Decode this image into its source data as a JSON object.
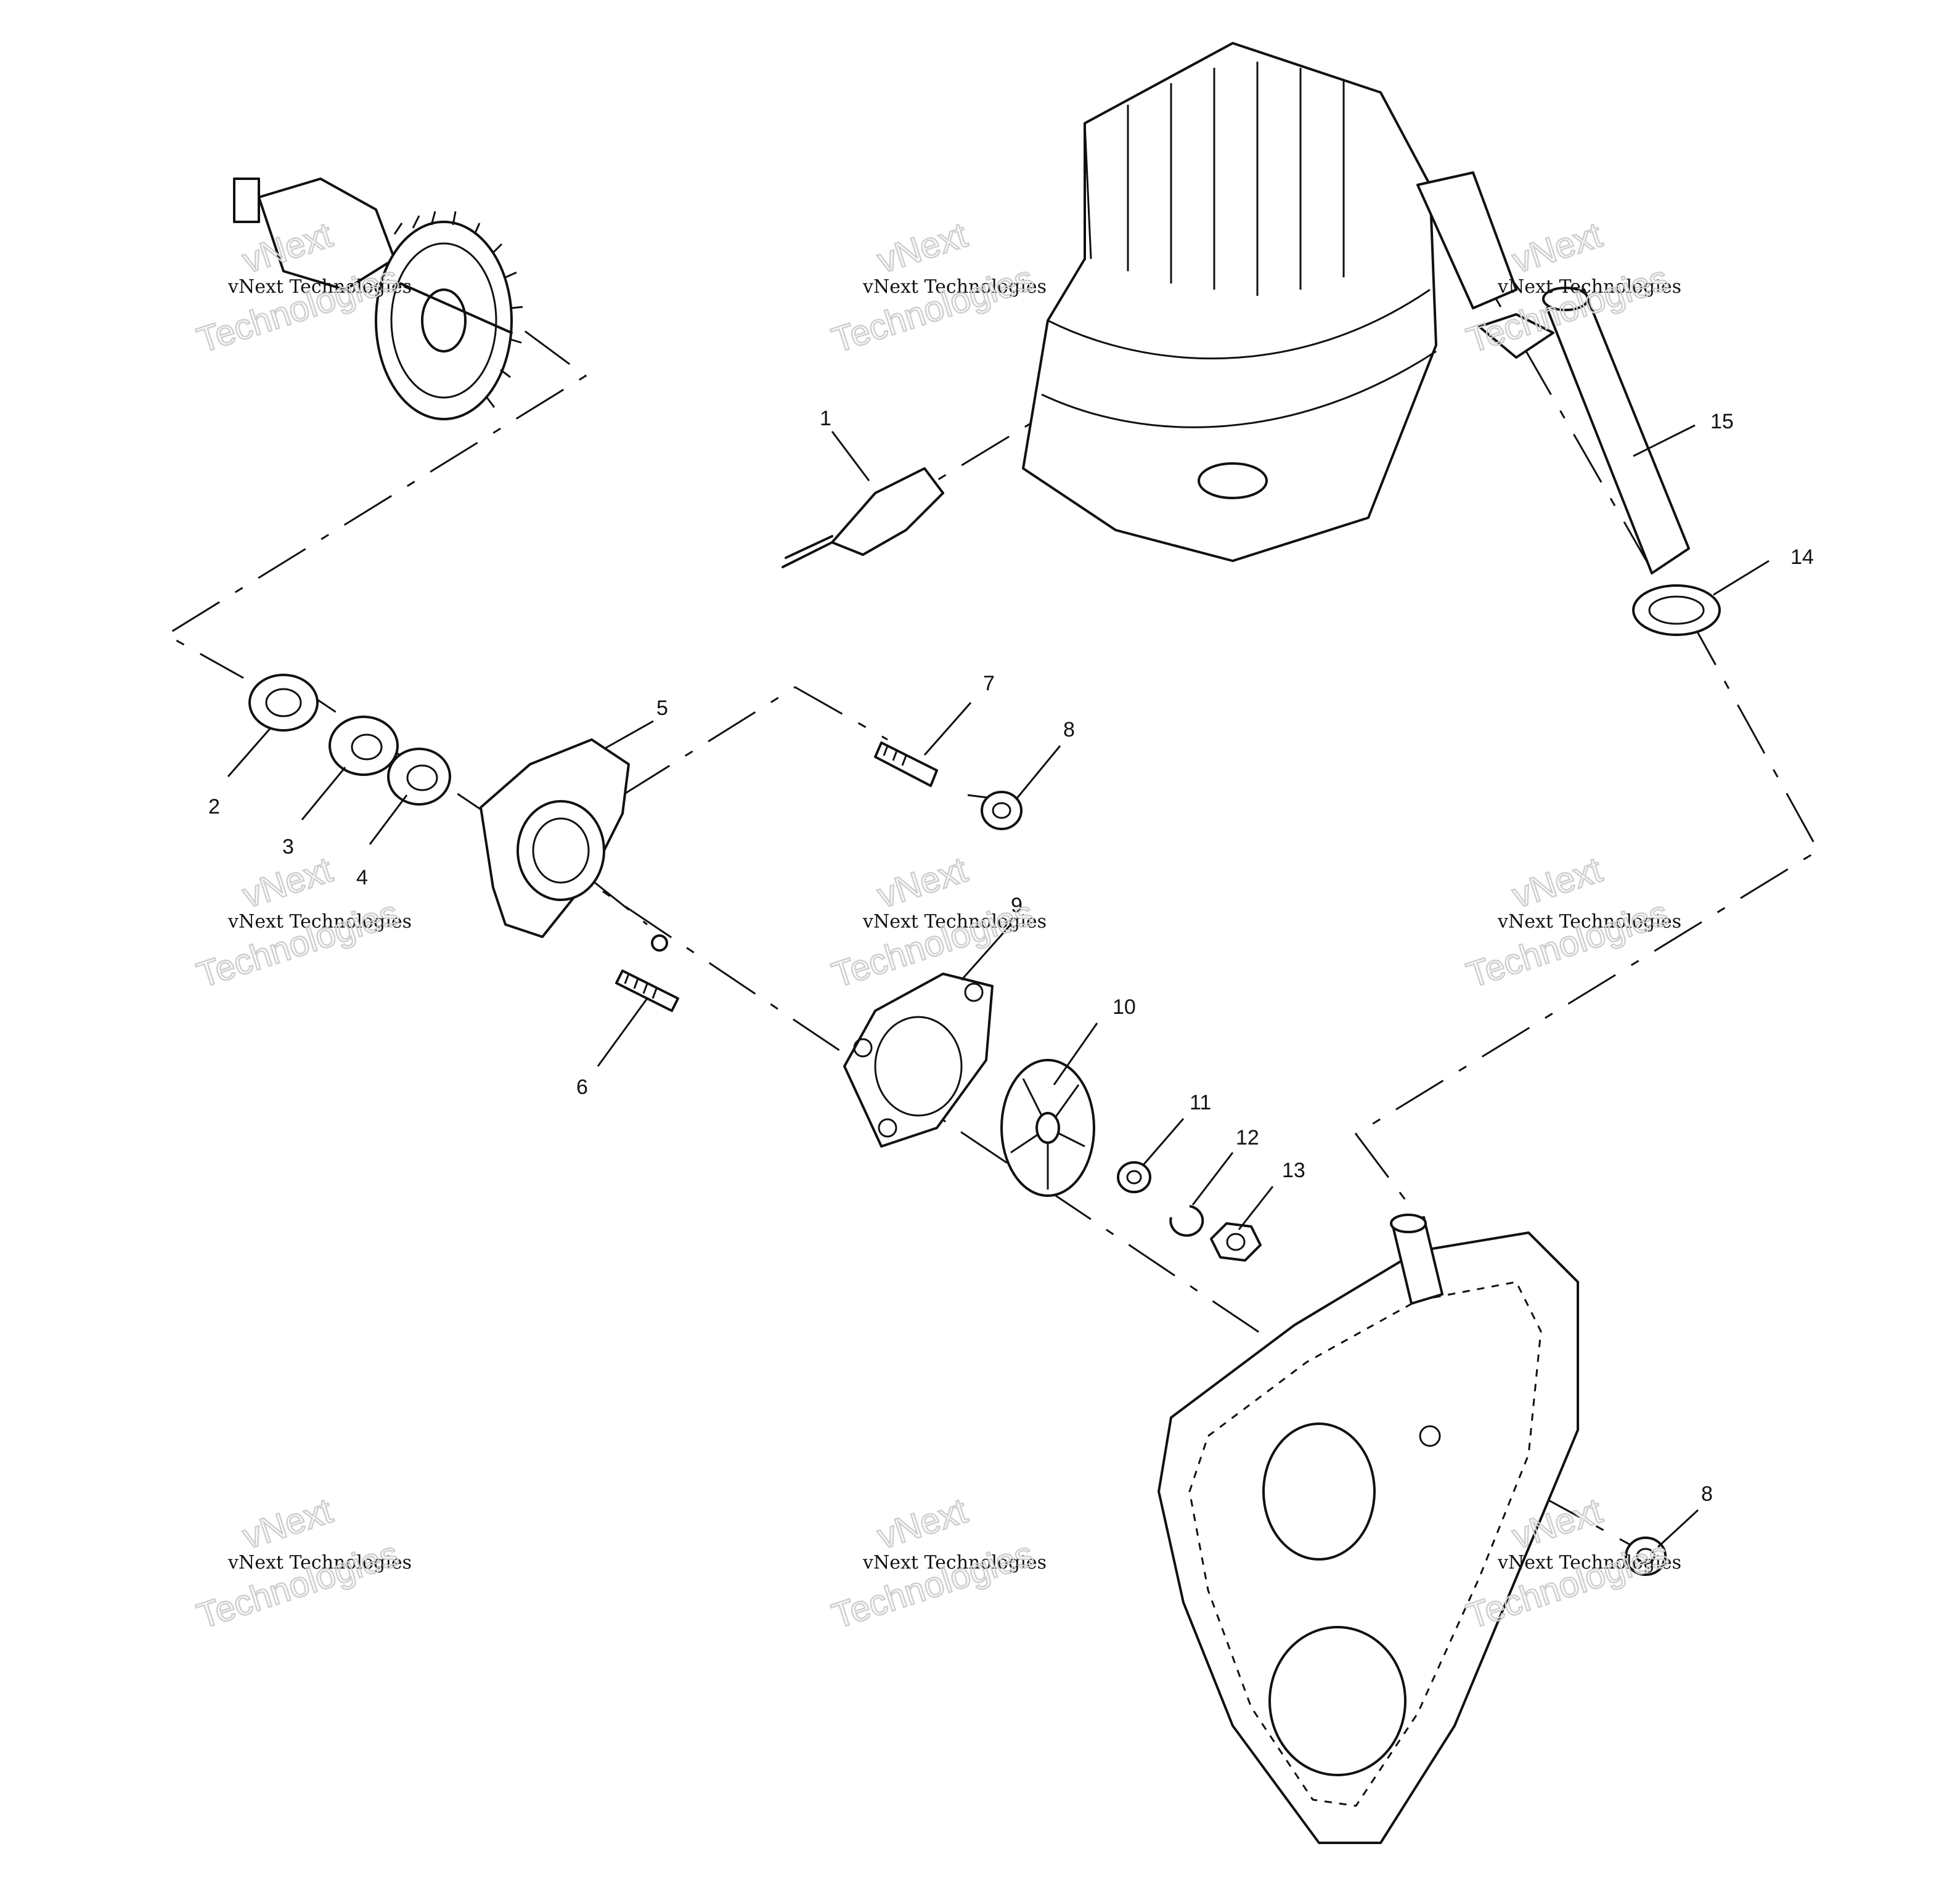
{
  "diagram": {
    "type": "exploded-parts-diagram",
    "callouts": {
      "c1": "1",
      "c2": "2",
      "c3": "3",
      "c4": "4",
      "c5": "5",
      "c6": "6",
      "c7": "7",
      "c8a": "8",
      "c8b": "8",
      "c9": "9",
      "c10": "10",
      "c11": "11",
      "c12": "12",
      "c13": "13",
      "c14": "14",
      "c15": "15"
    }
  },
  "watermark": {
    "line_small": "vNext Technologies",
    "line_big_1": "vNext",
    "line_big_2": "Technologies"
  }
}
